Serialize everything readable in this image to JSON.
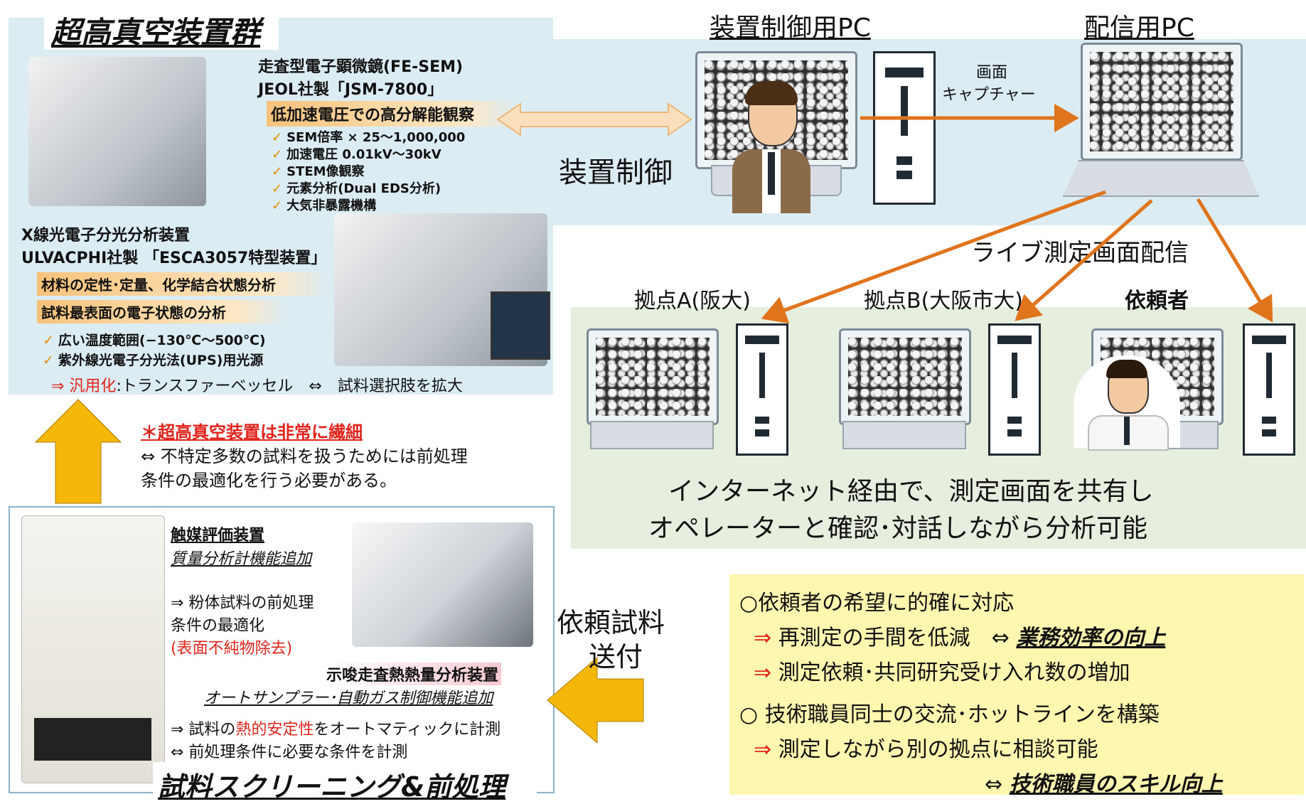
{
  "uhv": {
    "title": "超高真空装置群",
    "fesem_name": "走査型電子顕微鏡(FE-SEM)",
    "fesem_maker": "JEOL社製「JSM-7800」",
    "fesem_highlight": "低加速電圧での高分解能観察",
    "fesem_features": [
      "SEM倍率 × 25～1,000,000",
      "加速電圧 0.01kV～30kV",
      "STEM像観察",
      "元素分析(Dual EDS分析)",
      "大気非暴露機構"
    ],
    "xps_name": "X線光電子分光分析装置",
    "xps_maker": "ULVACPHI社製 「ESCA3057特型装置」",
    "xps_highlight1": "材料の定性･定量、化学結合状態分析",
    "xps_highlight2": "試料最表面の電子状態の分析",
    "xps_features": [
      "広い温度範囲(−130℃～500℃)",
      "紫外線光電子分光法(UPS)用光源"
    ],
    "generalize_prefix": "⇒ 汎用化",
    "generalize_text": ":トランスファーベッセル　⇔　試料選択肢を拡大"
  },
  "note": {
    "title": "＊超高真空装置は非常に繊細",
    "line1": "⇔ 不特定多数の試料を扱うためには前処理",
    "line2": "条件の最適化を行う必要がある。"
  },
  "control": {
    "pc_heading": "装置制御用PC",
    "dist_heading": "配信用PC",
    "capture_line1": "画面",
    "capture_line2": "キャプチャー",
    "device_control": "装置制御",
    "live": "ライブ測定画面配信"
  },
  "sites": {
    "a": "拠点A(阪大)",
    "b": "拠点B(大阪市大)",
    "c": "依頼者"
  },
  "internet": {
    "line1": "インターネット経由で、測定画面を共有し",
    "line2": "オペレーターと確認･対話しながら分析可能"
  },
  "screening": {
    "title": "試料スクリーニング&前処理",
    "cat_name": "触媒評価装置",
    "cat_add": "質量分析計機能追加",
    "cat_line1": "⇒ 粉体試料の前処理",
    "cat_line2": "条件の最適化",
    "cat_line3": "(表面不純物除去)",
    "tga_name": "示唆走査熱熱量分析装置",
    "tga_add": "オートサンプラー･自動ガス制御機能追加",
    "tga_line1_pre": "⇒ 試料の",
    "tga_line1_red": "熱的安定性",
    "tga_line1_post": "をオートマティックに計測",
    "tga_line2": "⇔ 前処理条件に必要な条件を計測"
  },
  "send": {
    "line1": "依頼試料",
    "line2": "送付"
  },
  "benefits": {
    "item1": "○依頼者の希望に的確に対応",
    "item1_a": "再測定の手間を低減　⇔",
    "item1_a_em": "業務効率の向上",
    "item1_b": "測定依頼･共同研究受け入れ数の増加",
    "item2": "○ 技術職員同士の交流･ホットラインを構築",
    "item2_a": "測定しながら別の拠点に相談可能",
    "item2_b_pre": "⇔",
    "item2_b_em": "技術職員のスキル向上",
    "arrow": "⇒"
  },
  "colors": {
    "accent_orange": "#e0741c",
    "arrow_yellow": "#f5b80a",
    "panel_blue": "#dcecf3",
    "panel_green": "#e6eede",
    "benefit_yellow": "#fdf7b0"
  }
}
